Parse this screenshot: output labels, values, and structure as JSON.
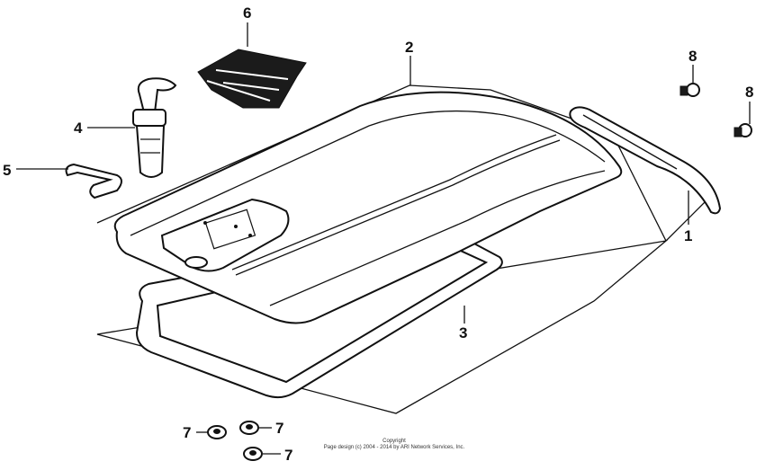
{
  "callouts": {
    "c1": "1",
    "c2": "2",
    "c3": "3",
    "c4": "4",
    "c5": "5",
    "c6": "6",
    "c7a": "7",
    "c7b": "7",
    "c7c": "7",
    "c8a": "8",
    "c8b": "8"
  },
  "copyright": {
    "line1": "Copyright",
    "line2": "Page design (c) 2004 - 2014 by ARI Network Services, Inc."
  }
}
